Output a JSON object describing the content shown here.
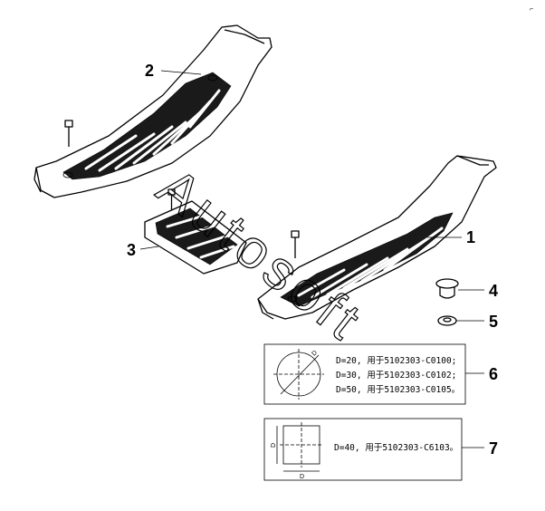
{
  "corner_mark": "⌐",
  "watermark": "Autosoft",
  "callouts": [
    {
      "id": "1",
      "label": "1"
    },
    {
      "id": "2",
      "label": "2"
    },
    {
      "id": "3",
      "label": "3"
    },
    {
      "id": "4",
      "label": "4"
    },
    {
      "id": "5",
      "label": "5"
    },
    {
      "id": "6",
      "label": "6"
    },
    {
      "id": "7",
      "label": "7"
    }
  ],
  "box6": {
    "dim_label": "D",
    "lines": [
      "D=20, 用于5102303-C0100;",
      "D=30, 用于5102303-C0102;",
      "D=50, 用于5102303-C0105。"
    ]
  },
  "box7": {
    "dim_label_h": "D",
    "dim_label_v": "D",
    "line": "D=40, 用于5102303-C6103。"
  }
}
